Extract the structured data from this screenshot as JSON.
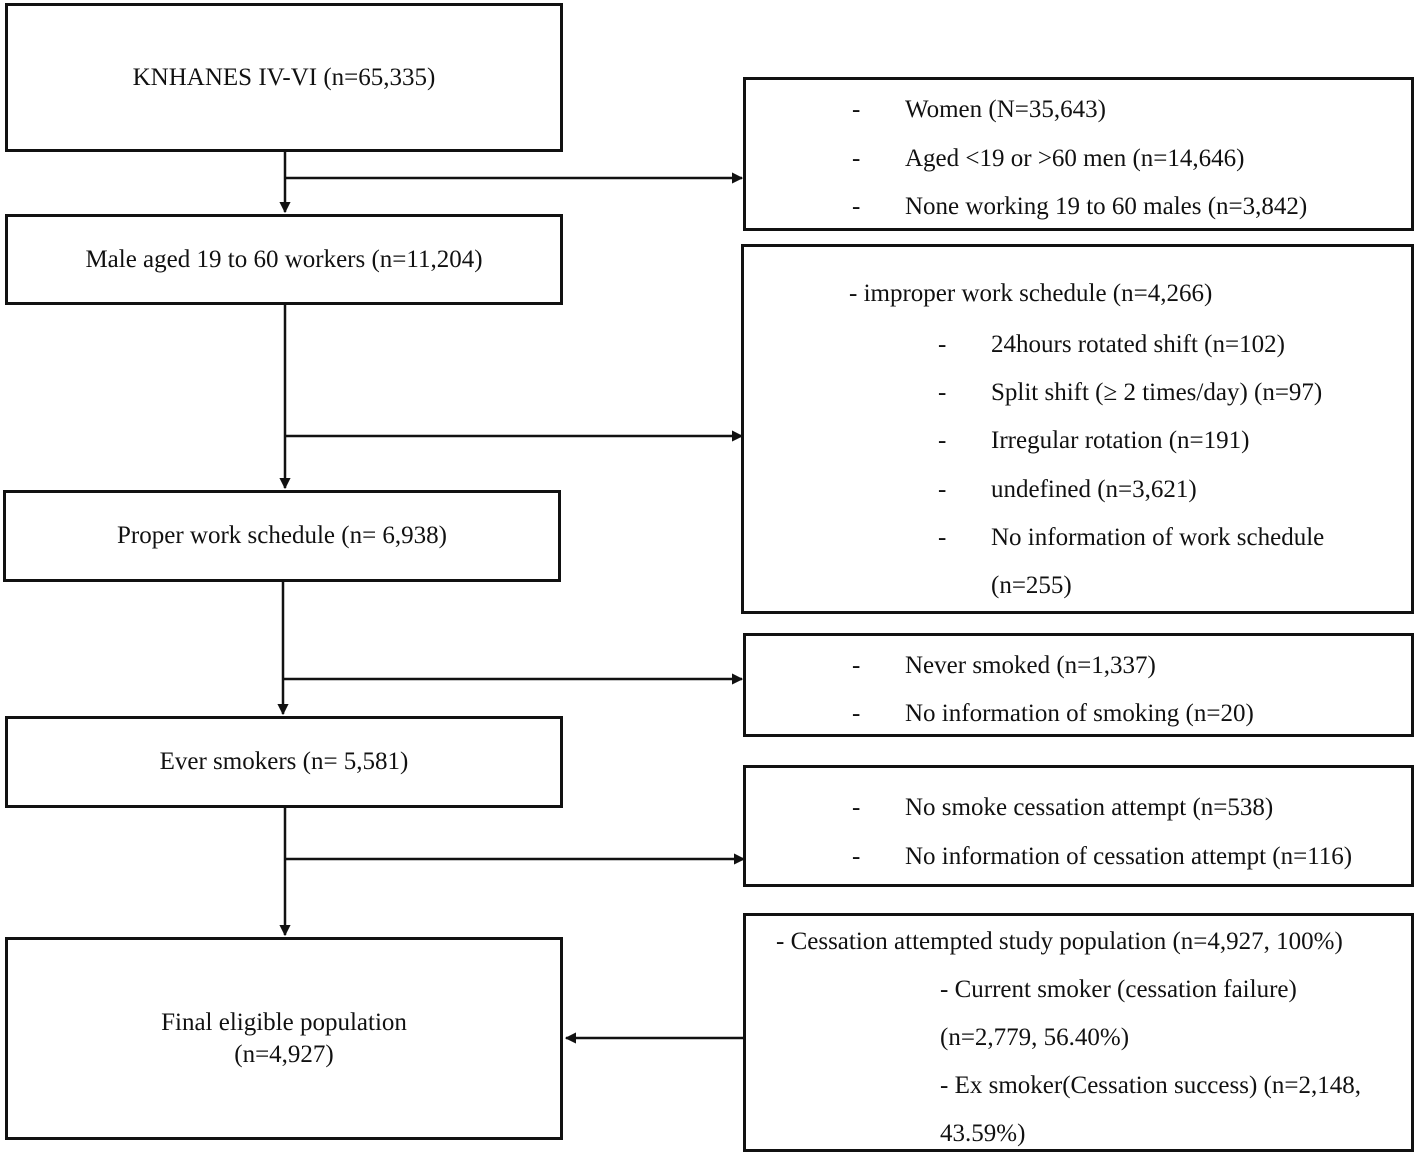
{
  "main_boxes": [
    {
      "lines": [
        "KNHANES IV-VI (n=65,335)"
      ]
    },
    {
      "lines": [
        "Male aged 19 to 60 workers (n=11,204)"
      ]
    },
    {
      "lines": [
        "Proper work schedule (n= 6,938)"
      ]
    },
    {
      "lines": [
        "Ever smokers (n= 5,581)"
      ]
    },
    {
      "lines": [
        "Final eligible population",
        "(n=4,927)"
      ]
    }
  ],
  "exclusion_1": {
    "items": [
      {
        "dash": "-",
        "text": "Women (N=35,643)"
      },
      {
        "dash": "-",
        "text": "Aged  <19 or >60 men (n=14,646)"
      },
      {
        "dash": "-",
        "text": "None working 19 to 60 males (n=3,842)"
      }
    ]
  },
  "exclusion_2": {
    "heading": "- improper work schedule  (n=4,266)",
    "items": [
      {
        "dash": "-",
        "text": "24hours rotated shift (n=102)"
      },
      {
        "dash": "-",
        "text": "Split shift (≥ 2 times/day) (n=97)"
      },
      {
        "dash": "-",
        "text": "Irregular rotation (n=191)"
      },
      {
        "dash": "-",
        "text": "undefined (n=3,621)"
      },
      {
        "dash": "-",
        "text": "No information of work schedule"
      }
    ],
    "continuation": "(n=255)"
  },
  "exclusion_3": {
    "items": [
      {
        "dash": "-",
        "text": "Never smoked (n=1,337)"
      },
      {
        "dash": "-",
        "text": "No information of smoking (n=20)"
      }
    ]
  },
  "exclusion_4": {
    "items": [
      {
        "dash": "-",
        "text": "No smoke cessation attempt (n=538)"
      },
      {
        "dash": "-",
        "text": "No information of cessation attempt (n=116)"
      }
    ]
  },
  "outcome_box": {
    "lines": [
      "- Cessation attempted study population (n=4,927, 100%)",
      "- Current smoker (cessation failure)",
      "(n=2,779, 56.40%)",
      "- Ex smoker(Cessation success) (n=2,148,",
      "43.59%)"
    ]
  },
  "colors": {
    "line": "#111111",
    "background": "#ffffff"
  }
}
